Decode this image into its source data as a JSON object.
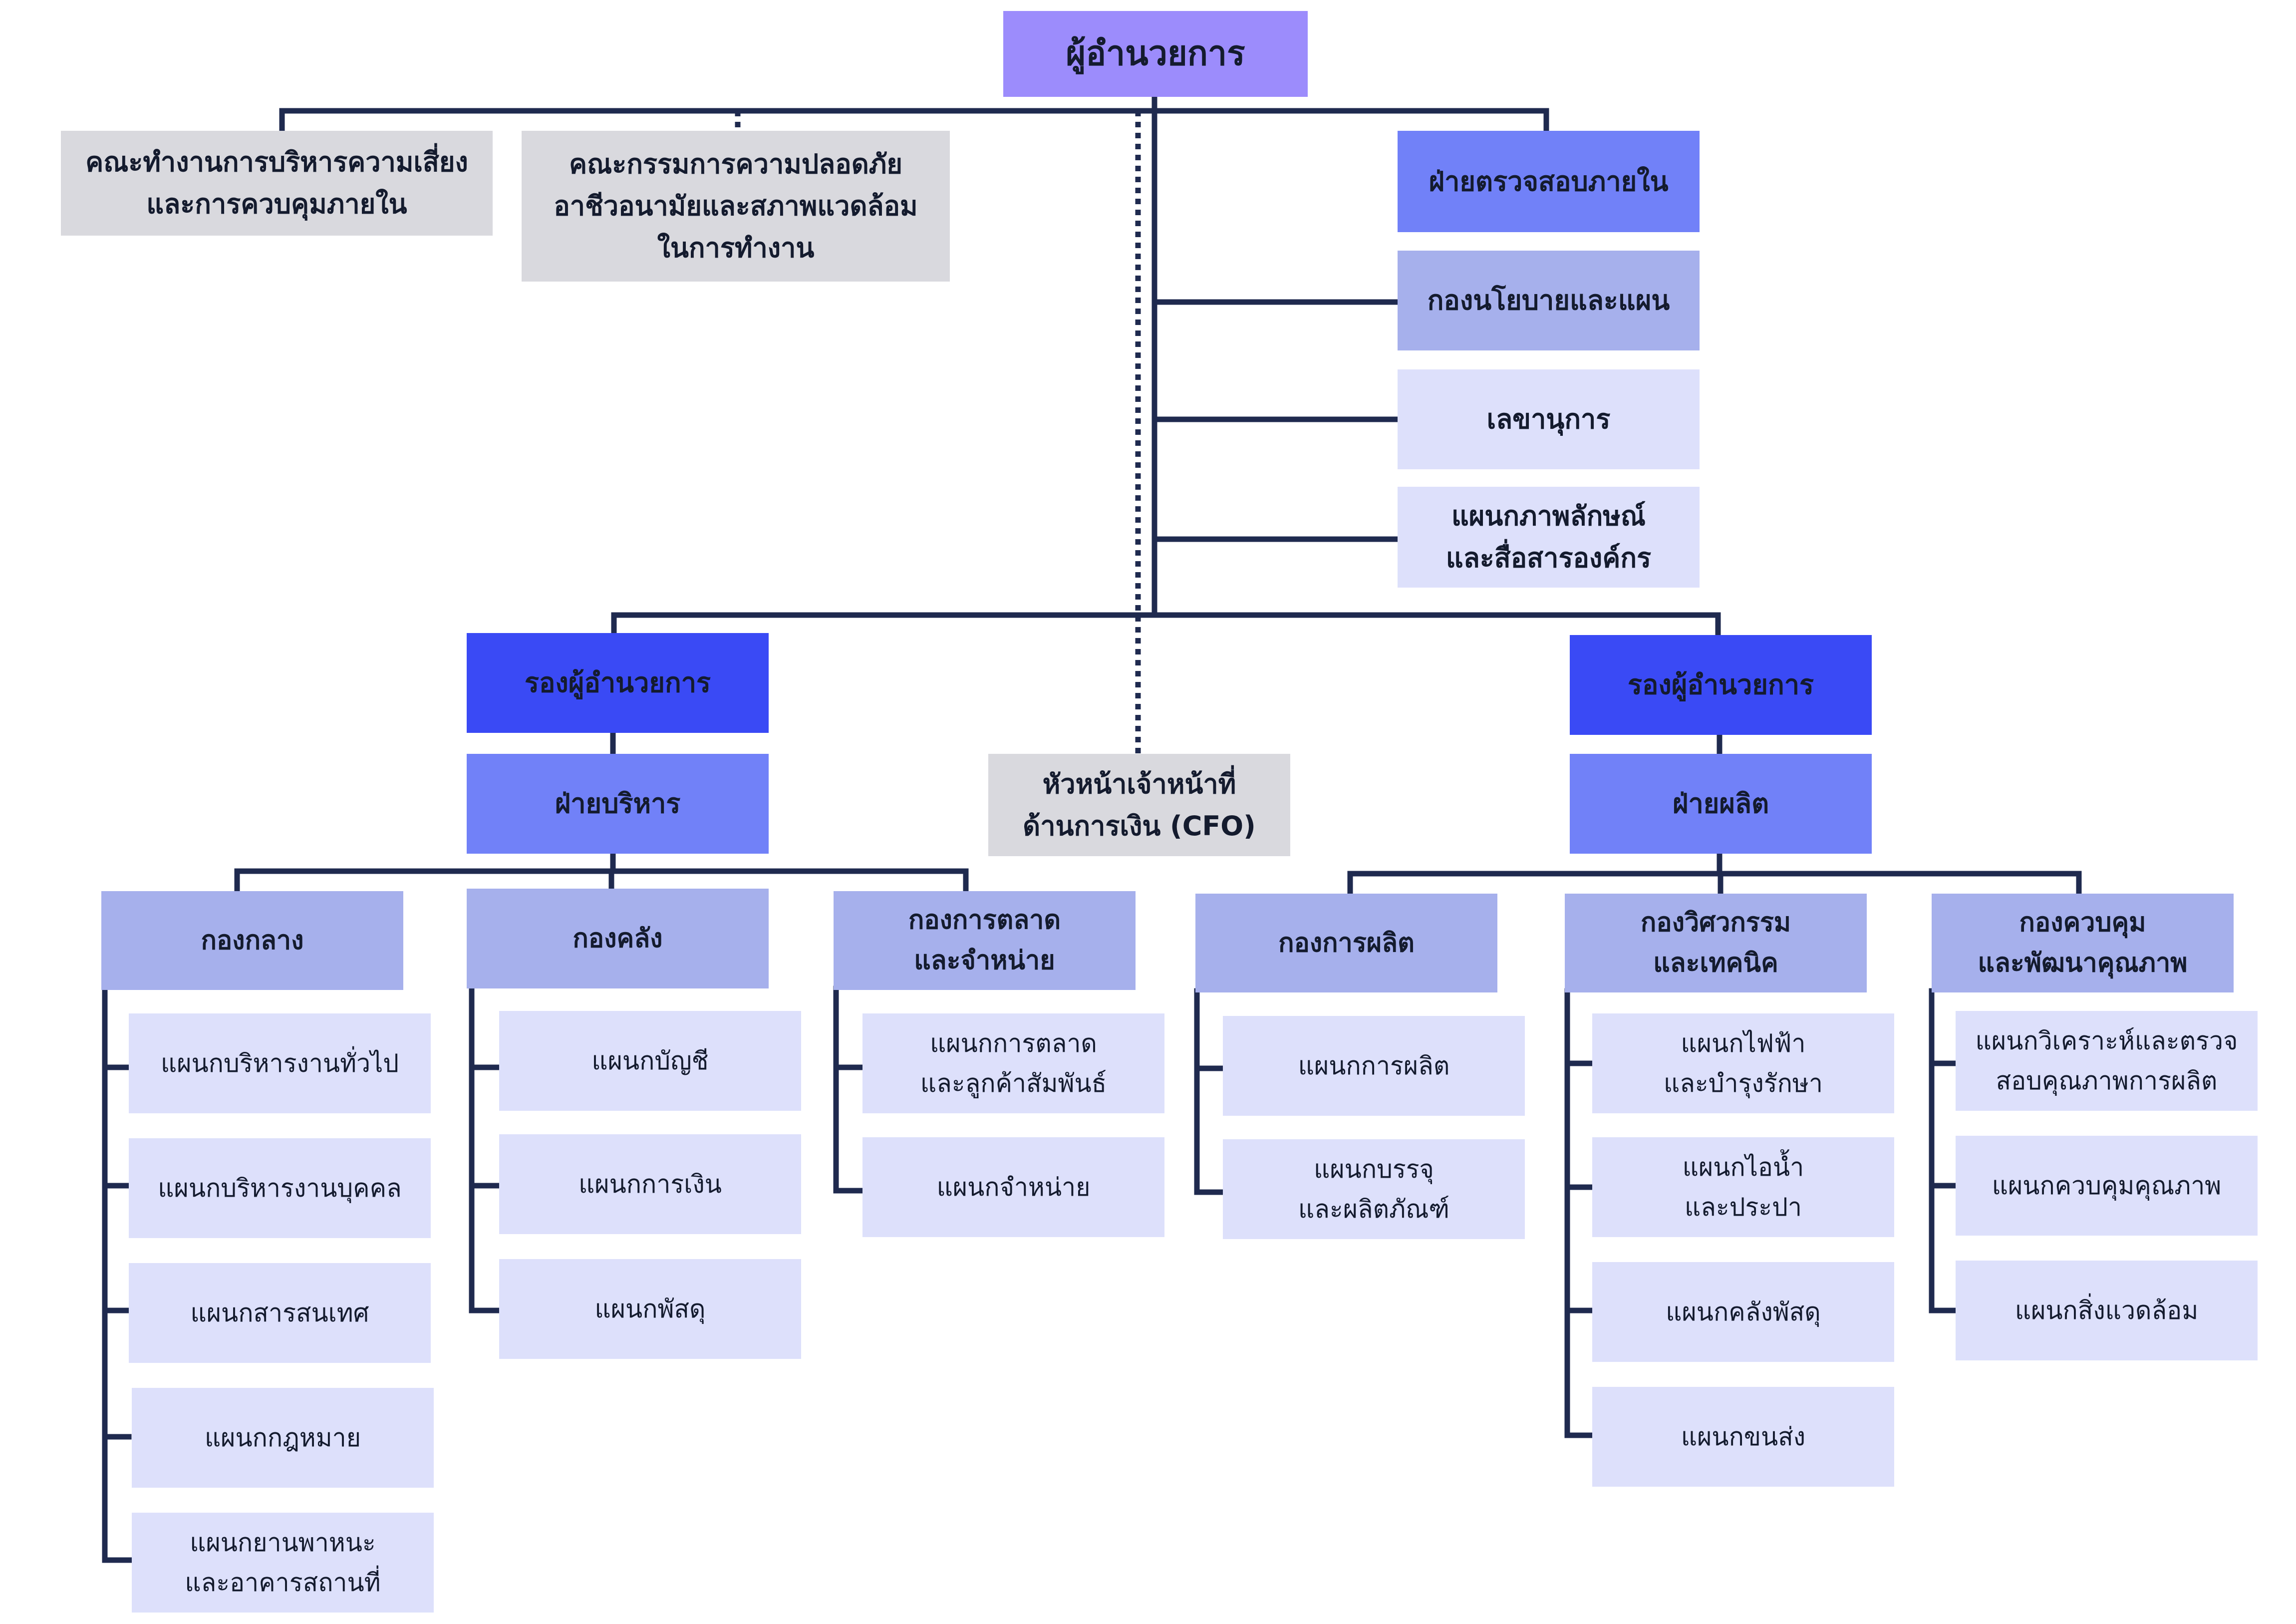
{
  "director": "ผู้อำนวยการ",
  "committees": {
    "risk": [
      "คณะทำงานการบริหารความเสี่ยง",
      "และการควบคุมภายใน"
    ],
    "safety": [
      "คณะกรรมการความปลอดภัย",
      "อาชีวอนามัยและสภาพแวดล้อม",
      "ในการทำงาน"
    ]
  },
  "staff_units": {
    "audit": "ฝ่ายตรวจสอบภายใน",
    "policy": "กองนโยบายและแผน",
    "secretary": "เลขานุการ",
    "pr": [
      "แผนกภาพลักษณ์",
      "และสื่อสารองค์กร"
    ]
  },
  "cfo": [
    "หัวหน้าเจ้าหน้าที่",
    "ด้านการเงิน (CFO)"
  ],
  "left_branch": {
    "deputy": "รองผู้อำนวยการ",
    "department": "ฝ่ายบริหาร",
    "divisions": [
      {
        "name": [
          "กองกลาง"
        ],
        "sections": [
          [
            "แผนกบริหารงานทั่วไป"
          ],
          [
            "แผนกบริหารงานบุคคล"
          ],
          [
            "แผนกสารสนเทศ"
          ],
          [
            "แผนกกฎหมาย"
          ],
          [
            "แผนกยานพาหนะ",
            "และอาคารสถานที่"
          ]
        ]
      },
      {
        "name": [
          "กองคลัง"
        ],
        "sections": [
          [
            "แผนกบัญชี"
          ],
          [
            "แผนกการเงิน"
          ],
          [
            "แผนกพัสดุ"
          ]
        ]
      },
      {
        "name": [
          "กองการตลาด",
          "และจำหน่าย"
        ],
        "sections": [
          [
            "แผนกการตลาด",
            "และลูกค้าสัมพันธ์"
          ],
          [
            "แผนกจำหน่าย"
          ]
        ]
      }
    ]
  },
  "right_branch": {
    "deputy": "รองผู้อำนวยการ",
    "department": "ฝ่ายผลิต",
    "divisions": [
      {
        "name": [
          "กองการผลิต"
        ],
        "sections": [
          [
            "แผนกการผลิต"
          ],
          [
            "แผนกบรรจุ",
            "และผลิตภัณฑ์"
          ]
        ]
      },
      {
        "name": [
          "กองวิศวกรรม",
          "และเทคนิค"
        ],
        "sections": [
          [
            "แผนกไฟฟ้า",
            "และบำรุงรักษา"
          ],
          [
            "แผนกไอน้ำ",
            "และประปา"
          ],
          [
            "แผนกคลังพัสดุ"
          ],
          [
            "แผนกขนส่ง"
          ]
        ]
      },
      {
        "name": [
          "กองควบคุม",
          "และพัฒนาคุณภาพ"
        ],
        "sections": [
          [
            "แผนกวิเคราะห์และตรวจ",
            "สอบคุณภาพการผลิต"
          ],
          [
            "แผนกควบคุมคุณภาพ"
          ],
          [
            "แผนกสิ่งแวดล้อม"
          ]
        ]
      }
    ]
  },
  "colors": {
    "connector": "#1f2a4f",
    "director": "#9c8cfc",
    "committee": "#d9d9de",
    "deputy": "#3a4af5",
    "department": "#7181f8",
    "division": "#a6b0ec",
    "section": "#dde0fb"
  }
}
